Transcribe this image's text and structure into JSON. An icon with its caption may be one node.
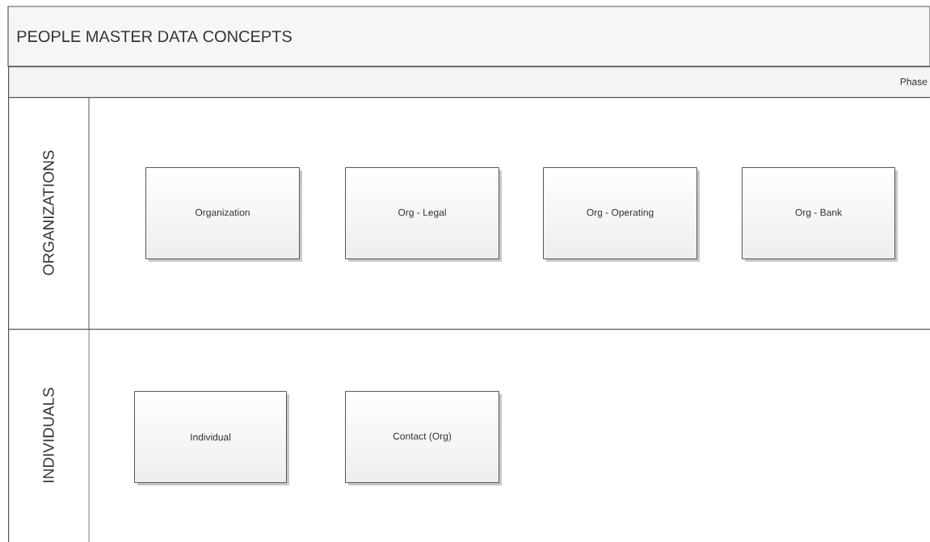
{
  "diagram": {
    "title": "PEOPLE MASTER DATA CONCEPTS",
    "nodes": [
      {
        "text": [
          "Phase"
        ]
      },
      {
        "text": [
          "ORGANIZATIONS"
        ]
      },
      {
        "text": [
          "Organization"
        ],
        "in": 1
      },
      {
        "text": [
          "Org - Legal"
        ],
        "in": 1
      },
      {
        "text": [
          "Org - Operating"
        ],
        "in": 1
      },
      {
        "text": [
          "Org - Bank"
        ],
        "in": 1
      },
      {
        "text": [
          "INDIVIDUALS"
        ]
      },
      {
        "text": [
          "Individual"
        ],
        "in": 6
      },
      {
        "text": [
          "Contact (Org)"
        ],
        "in": 6
      }
    ]
  }
}
